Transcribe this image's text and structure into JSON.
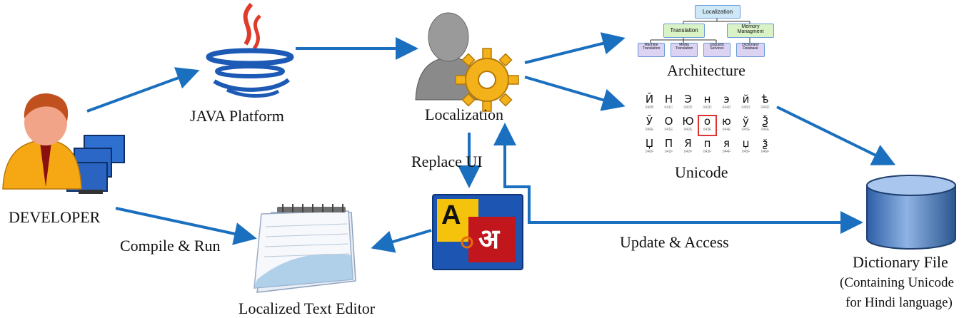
{
  "nodes": {
    "developer": "DEVELOPER",
    "java": "JAVA Platform",
    "localization": "Localization",
    "architecture": "Architecture",
    "unicode": "Unicode",
    "replace_ui": "Replace UI",
    "compile_run": "Compile & Run",
    "text_editor": "Localized Text Editor",
    "update_access": "Update & Access",
    "dictionary_title": "Dictionary File",
    "dictionary_line1": "(Containing Unicode",
    "dictionary_line2": "for Hindi language)"
  },
  "architecture_tree": {
    "root": "Localization",
    "level1": [
      "Translation",
      "Memory Managment"
    ],
    "level2": [
      "Machine Translation",
      "Media Translation",
      "Linguistic Services",
      "Dictionary/ Database"
    ]
  },
  "unicode_table": {
    "rows": [
      [
        {
          "g": "Й",
          "c": "040B"
        },
        {
          "g": "Н",
          "c": "041C"
        },
        {
          "g": "Э",
          "c": "042D"
        },
        {
          "g": "н",
          "c": "043D"
        },
        {
          "g": "э",
          "c": "044D"
        },
        {
          "g": "й",
          "c": "045D"
        },
        {
          "g": "ѣ",
          "c": "046D"
        }
      ],
      [
        {
          "g": "Ў",
          "c": "040E"
        },
        {
          "g": "О",
          "c": "041E"
        },
        {
          "g": "Ю",
          "c": "042E"
        },
        {
          "g": "о",
          "c": "043E"
        },
        {
          "g": "ю",
          "c": "044E"
        },
        {
          "g": "ў",
          "c": "045E"
        },
        {
          "g": "Ѯ",
          "c": "046E"
        }
      ],
      [
        {
          "g": "Џ",
          "c": "040F"
        },
        {
          "g": "П",
          "c": "041F"
        },
        {
          "g": "Я",
          "c": "042F"
        },
        {
          "g": "п",
          "c": "043F"
        },
        {
          "g": "я",
          "c": "044F"
        },
        {
          "g": "џ",
          "c": "045F"
        },
        {
          "g": "ѯ",
          "c": "046F"
        }
      ]
    ]
  },
  "translate_icon": {
    "left": "A",
    "right": "अ"
  },
  "colors": {
    "arrow": "#1b6fbf",
    "tree_root": "#cfe8f7",
    "tree_l1": "#d9f2c6",
    "tree_l2": "#dcd3f3"
  }
}
